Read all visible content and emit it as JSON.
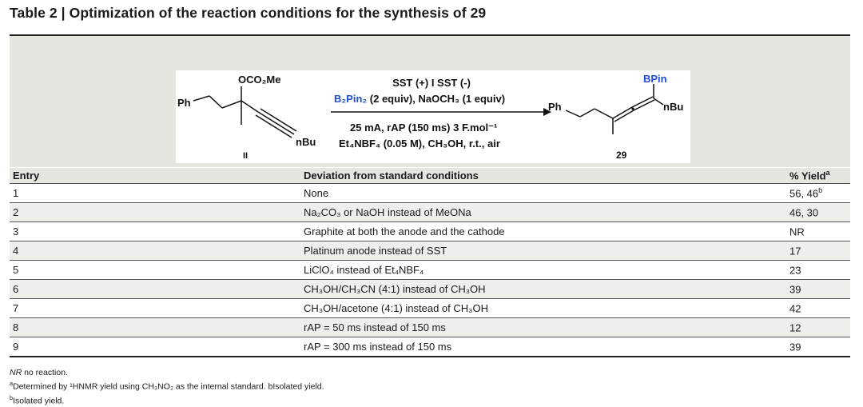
{
  "title": "Table 2 | Optimization of the reaction conditions for the synthesis of 29",
  "scheme": {
    "reactant": {
      "ph": "Ph",
      "oco2me": "OCO₂Me",
      "nbu": "nBu",
      "id": "II"
    },
    "conditions": {
      "line1": "SST (+) I SST (-)",
      "line2_blue": "B₂Pin₂",
      "line2_rest": " (2 equiv), NaOCH₃ (1 equiv)",
      "line3": "25 mA, rAP (150 ms) 3 F.mol⁻¹",
      "line4": "Et₄NBF₄ (0.05 M), CH₃OH, r.t., air"
    },
    "product": {
      "ph": "Ph",
      "bpin": "BPin",
      "nbu": "nBu",
      "id": "29"
    }
  },
  "table": {
    "headers": {
      "entry": "Entry",
      "deviation": "Deviation from standard conditions",
      "yield": "% Yield",
      "yield_sup": "a"
    },
    "rows": [
      {
        "entry": "1",
        "deviation": "None",
        "yield": "56, 46",
        "yield_sup": "b"
      },
      {
        "entry": "2",
        "deviation": "Na₂CO₃ or NaOH instead of MeONa",
        "yield": "46, 30",
        "yield_sup": ""
      },
      {
        "entry": "3",
        "deviation": "Graphite at both the anode and the cathode",
        "yield": "NR",
        "yield_sup": ""
      },
      {
        "entry": "4",
        "deviation": "Platinum anode instead of SST",
        "yield": "17",
        "yield_sup": ""
      },
      {
        "entry": "5",
        "deviation": "LiClO₄ instead of Et₄NBF₄",
        "yield": "23",
        "yield_sup": ""
      },
      {
        "entry": "6",
        "deviation": "CH₃OH/CH₃CN (4:1) instead of CH₃OH",
        "yield": "39",
        "yield_sup": ""
      },
      {
        "entry": "7",
        "deviation": "CH₃OH/acetone (4:1) instead of CH₃OH",
        "yield": "42",
        "yield_sup": ""
      },
      {
        "entry": "8",
        "deviation": "rAP = 50 ms instead of 150 ms",
        "yield": "12",
        "yield_sup": ""
      },
      {
        "entry": "9",
        "deviation": "rAP = 300 ms instead of 150 ms",
        "yield": "39",
        "yield_sup": ""
      }
    ]
  },
  "footnotes": {
    "nr_abbr": "NR",
    "nr_text": " no reaction.",
    "a_mark": "a",
    "a_text": "Determined by ¹HNMR yield using CH₃NO₂ as the internal standard. bIsolated yield.",
    "b_mark": "b",
    "b_text": "Isolated yield."
  }
}
